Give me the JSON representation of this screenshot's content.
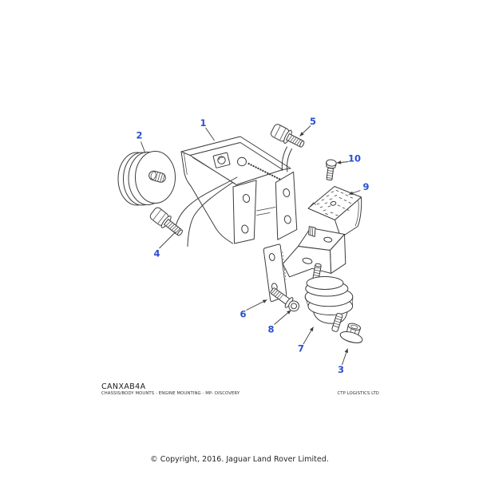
{
  "figure": {
    "type": "exploded-parts-diagram",
    "callout_color": "#2a4fd0",
    "line_color": "#3c3c3c",
    "callouts": [
      {
        "label": "1"
      },
      {
        "label": "2"
      },
      {
        "label": "3"
      },
      {
        "label": "4"
      },
      {
        "label": "5"
      },
      {
        "label": "6"
      },
      {
        "label": "7"
      },
      {
        "label": "8"
      },
      {
        "label": "9"
      },
      {
        "label": "10"
      }
    ]
  },
  "footer": {
    "drawing_code": "CANXAB4A",
    "drawing_title": "CHASSIS/BODY MOUNTS - ENGINE MOUNTING - MP- DISCOVERY",
    "right_note": "CTP LOGISTICS LTD",
    "copyright": "© Copyright, 2016. Jaguar Land Rover Limited."
  }
}
